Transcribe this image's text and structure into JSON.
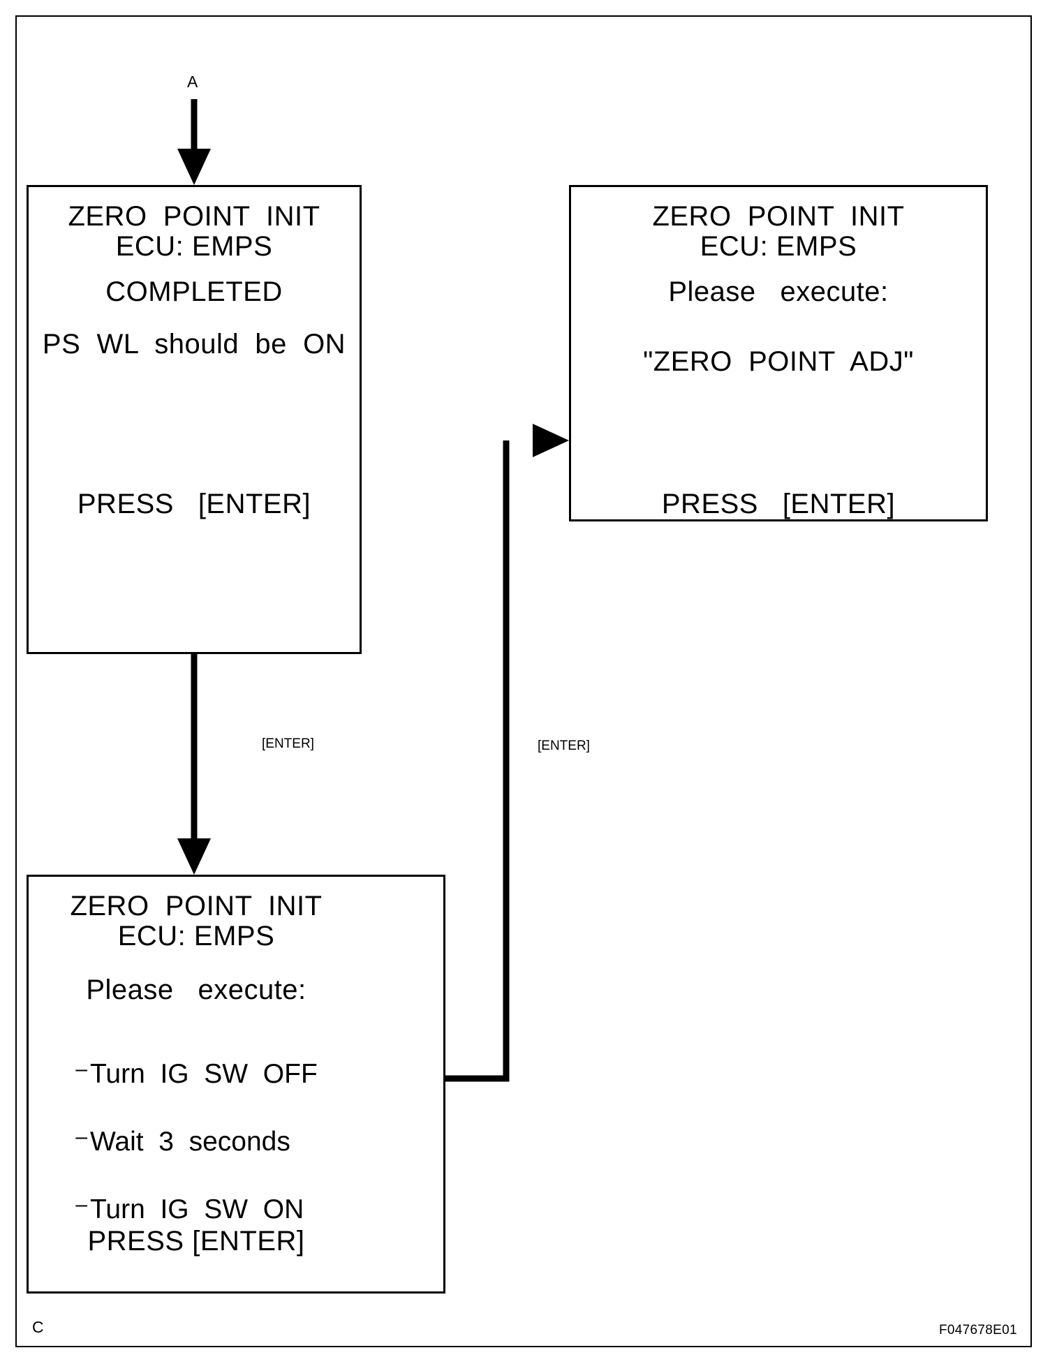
{
  "page": {
    "entry_marker": "A",
    "exit_marker": "C",
    "figure_code": "F047678E01"
  },
  "connectors": {
    "enter_label_left": "[ENTER]",
    "enter_label_right": "[ENTER]"
  },
  "screens": [
    {
      "id": "zero-point-init-completed",
      "lines": [
        "ZERO  POINT  INIT",
        "ECU: EMPS",
        "COMPLETED",
        "PS  WL  should  be  ON",
        "PRESS   [ENTER]"
      ]
    },
    {
      "id": "zero-point-init-please-execute-adj",
      "lines": [
        "ZERO  POINT  INIT",
        "ECU: EMPS",
        "Please   execute:",
        "\"ZERO  POINT  ADJ\"",
        "PRESS   [ENTER]"
      ]
    },
    {
      "id": "zero-point-init-please-execute-ig",
      "lines": [
        "ZERO  POINT  INIT",
        "ECU: EMPS",
        "Please   execute:"
      ],
      "steps": [
        {
          "marker": "–",
          "text": "Turn  IG  SW  OFF"
        },
        {
          "marker": "–",
          "text": "Wait  3  seconds"
        },
        {
          "marker": "–",
          "text": "Turn  IG  SW  ON"
        }
      ],
      "footer": "PRESS [ENTER]"
    }
  ]
}
